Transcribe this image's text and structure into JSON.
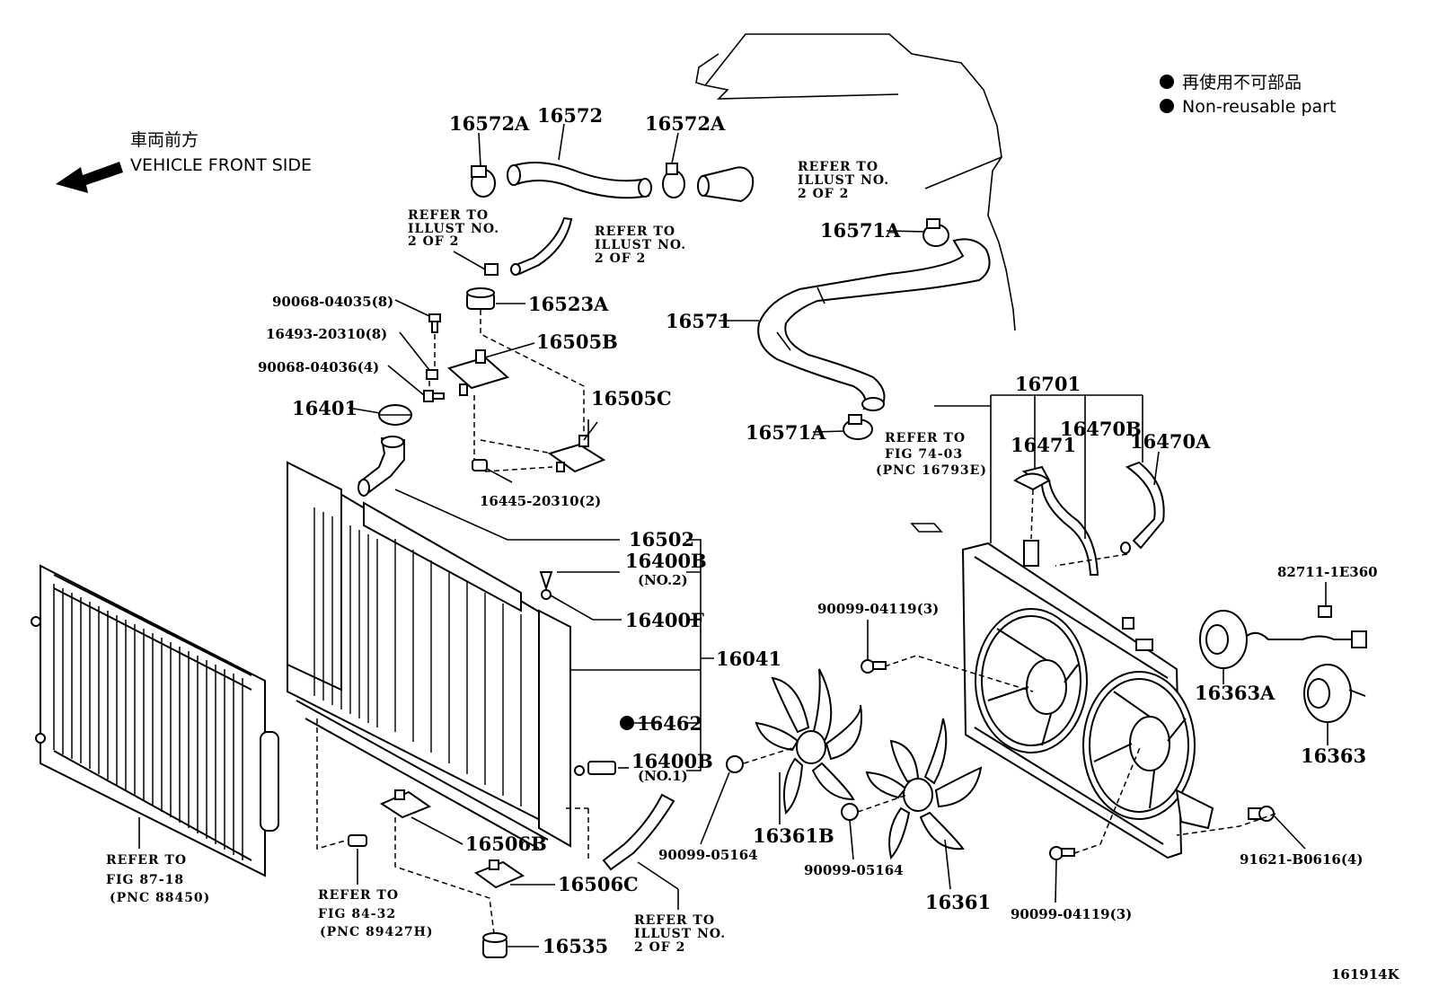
{
  "legend": {
    "line1": "再使用不可部品",
    "line2": "Non-reusable part"
  },
  "direction": {
    "jp": "車両前方",
    "en": "VEHICLE FRONT SIDE"
  },
  "figure_id": "161914K",
  "labels": {
    "p16572A_left": "16572A",
    "p16572": "16572",
    "p16572A_right": "16572A",
    "p16571A_top": "16571A",
    "p16571": "16571",
    "p16571A_bottom": "16571A",
    "p16523A": "16523A",
    "p16505B": "16505B",
    "p16505C": "16505C",
    "p16401": "16401",
    "p90068_04035": "90068-04035(8)",
    "p16493_20310": "16493-20310(8)",
    "p90068_04036": "90068-04036(4)",
    "p16445_20310": "16445-20310(2)",
    "p16502": "16502",
    "p16400B_no2": "16400B",
    "p16400B_no2_sub": "(NO.2)",
    "p16400F": "16400F",
    "p16041": "16041",
    "p16462": "16462",
    "p16400B_no1": "16400B",
    "p16400B_no1_sub": "(NO.1)",
    "p16506B": "16506B",
    "p16506C": "16506C",
    "p16535": "16535",
    "p16701": "16701",
    "p16471": "16471",
    "p16470B": "16470B",
    "p16470A": "16470A",
    "p82711_1E360": "82711-1E360",
    "p16363A": "16363A",
    "p16363": "16363",
    "p90099_04119_top": "90099-04119(3)",
    "p90099_04119_bottom": "90099-04119(3)",
    "p90099_05164_left": "90099-05164",
    "p90099_05164_mid": "90099-05164",
    "p16361B": "16361B",
    "p16361": "16361",
    "p91621_B0616": "91621-B0616(4)"
  },
  "refer_notes": {
    "illust_top_right": [
      "REFER TO",
      "ILLUST NO.",
      "2 OF 2"
    ],
    "illust_left": [
      "REFER TO",
      "ILLUST NO.",
      "2 OF 2"
    ],
    "illust_mid": [
      "REFER TO",
      "ILLUST NO.",
      "2 OF 2"
    ],
    "illust_bottom": [
      "REFER TO",
      "ILLUST NO.",
      "2 OF 2"
    ],
    "fig_74_03": [
      "REFER TO",
      "FIG 74-03",
      "(PNC 16793E)"
    ],
    "fig_87_18": [
      "REFER TO",
      "FIG 87-18",
      "(PNC 88450)"
    ],
    "fig_84_32": [
      "REFER TO",
      "FIG 84-32",
      "(PNC 89427H)"
    ]
  },
  "colors": {
    "ink": "#000000",
    "paper": "#ffffff"
  }
}
